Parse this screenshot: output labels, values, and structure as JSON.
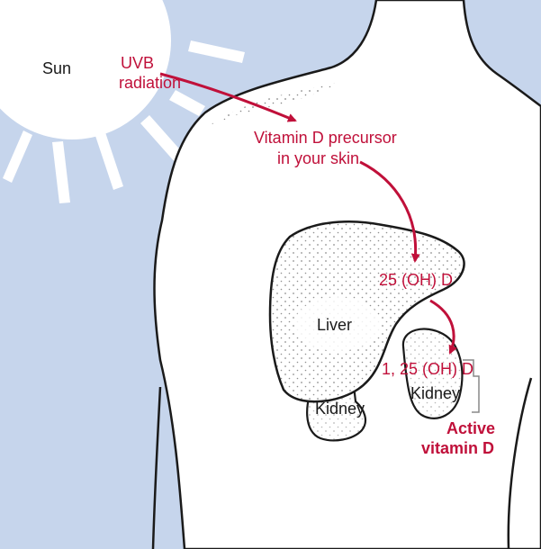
{
  "labels": {
    "sun": "Sun",
    "uvb_line1": "UVB",
    "uvb_line2": "radiation",
    "precursor_line1": "Vitamin D precursor",
    "precursor_line2": "in your skin",
    "liver": "Liver",
    "hydroxy": "25 (OH) D",
    "dihydroxy": "1, 25 (OH) D",
    "kidney_left": "Kidney",
    "kidney_right": "Kidney",
    "active_line1": "Active",
    "active_line2": "vitamin D"
  },
  "colors": {
    "background": "#c6d5ec",
    "body": "#ffffff",
    "outline": "#1a1a1a",
    "accent": "#c0103a"
  }
}
